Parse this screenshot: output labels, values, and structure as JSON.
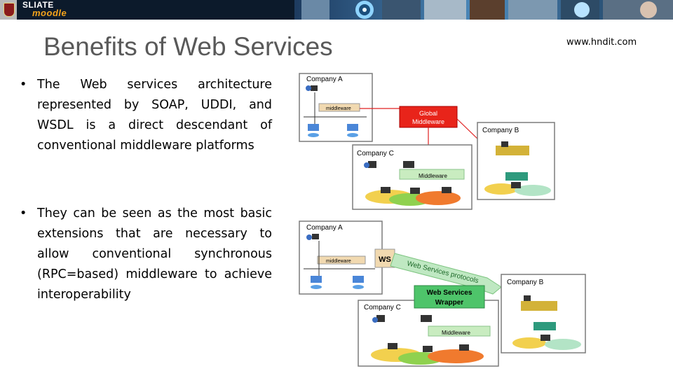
{
  "header": {
    "logo_line1": "SLIATE",
    "logo_line2": "moodle"
  },
  "slide": {
    "title": "Benefits of Web Services",
    "website": "www.hndit.com",
    "bullets": [
      "The Web services architecture represented by SOAP, UDDI, and WSDL is a direct descendant of conventional middleware platforms",
      "They can be seen as the most basic extensions that are necessary to allow conventional synchronous (RPC=based) middleware to achieve interoperability"
    ]
  },
  "diagram_top": {
    "company_a": "Company A",
    "company_a_mw": "middleware",
    "global_line1": "Global",
    "global_line2": "Middleware",
    "company_b": "Company B",
    "company_c": "Company C",
    "company_c_mw": "Middleware"
  },
  "diagram_bottom": {
    "company_a": "Company A",
    "company_a_mw": "middleware",
    "ws": "WS",
    "protocols": "Web Services protocols",
    "wrapper_line1": "Web Services",
    "wrapper_line2": "Wrapper",
    "company_b": "Company B",
    "company_c": "Company C",
    "company_c_mw": "Middleware"
  },
  "colors": {
    "title": "#595959",
    "global_box": "#e8241a",
    "middleware_green": "#c9ecc0",
    "wrapper_green": "#4ec46a",
    "arrow_red": "#e02020"
  }
}
